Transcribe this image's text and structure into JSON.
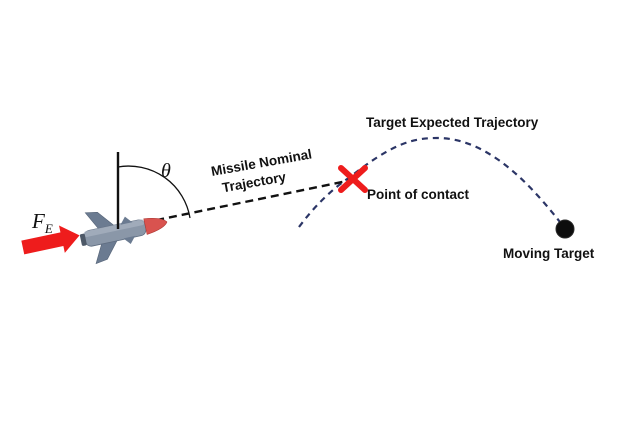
{
  "labels": {
    "target_expected_trajectory": "Target Expected Trajectory",
    "missile_nominal_line1": "Missile Nominal",
    "missile_nominal_line2": "Trajectory",
    "point_of_contact": "Point of contact",
    "moving_target": "Moving Target",
    "theta": "θ",
    "force_main": "F",
    "force_sub": "E"
  },
  "colors": {
    "force_arrow": "#ee1c1c",
    "contact_mark": "#ee1c1c",
    "target_trajectory": "#2b3566",
    "missile_trajectory": "#111111",
    "moving_target": "#0d0d0d",
    "missile_body": "#8a97a8",
    "missile_nose": "#d9534f"
  },
  "icons": {
    "missile": "missile-icon",
    "force_arrow": "right-arrow-icon",
    "contact_mark": "cross-icon",
    "moving_target": "circle-icon"
  }
}
